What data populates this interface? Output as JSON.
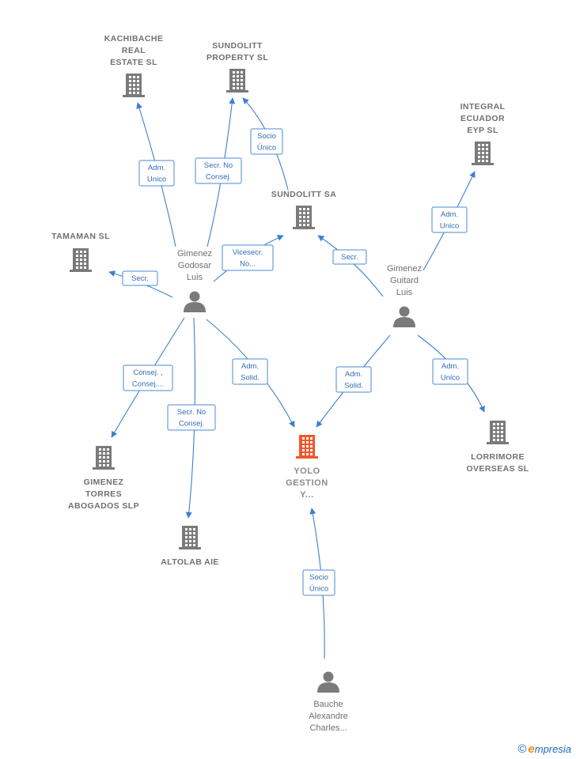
{
  "colors": {
    "edge": "#3c7fd0",
    "node": "#7a7a7a",
    "focus": "#f0572a",
    "label": "#707070"
  },
  "nodes": [
    {
      "id": "kachibache",
      "type": "company",
      "lines": [
        "KACHIBACHE",
        "REAL",
        "ESTATE  SL"
      ]
    },
    {
      "id": "sundolitt_property",
      "type": "company",
      "lines": [
        "SUNDOLITT",
        "PROPERTY SL"
      ]
    },
    {
      "id": "integral",
      "type": "company",
      "lines": [
        "INTEGRAL",
        "ECUADOR",
        "EYP SL"
      ]
    },
    {
      "id": "sundolitt_sa",
      "type": "company",
      "lines": [
        "SUNDOLITT SA"
      ]
    },
    {
      "id": "tamaman",
      "type": "company",
      "lines": [
        "TAMAMAN SL"
      ]
    },
    {
      "id": "gimenez_godosar",
      "type": "person",
      "lines": [
        "Gimenez",
        "Godosar",
        "Luis"
      ]
    },
    {
      "id": "gimenez_guitard",
      "type": "person",
      "lines": [
        "Gimenez",
        "Guitard",
        "Luis"
      ]
    },
    {
      "id": "gimenez_torres",
      "type": "company",
      "lines": [
        "GIMENEZ",
        "TORRES",
        "ABOGADOS SLP"
      ]
    },
    {
      "id": "altolab",
      "type": "company",
      "lines": [
        "ALTOLAB AIE"
      ]
    },
    {
      "id": "yolo",
      "type": "focus",
      "lines": [
        "YOLO",
        "GESTION",
        "Y..."
      ]
    },
    {
      "id": "lorrimore",
      "type": "company",
      "lines": [
        "LORRIMORE",
        "OVERSEAS  SL"
      ]
    },
    {
      "id": "bauche",
      "type": "person",
      "lines": [
        "Bauche",
        "Alexandre",
        "Charles..."
      ]
    }
  ],
  "edges": [
    {
      "from": "gimenez_godosar",
      "to": "kachibache",
      "label": [
        "Adm.",
        "Unico"
      ]
    },
    {
      "from": "gimenez_godosar",
      "to": "sundolitt_property",
      "label": [
        "Secr.  No",
        "Consej."
      ]
    },
    {
      "from": "sundolitt_sa",
      "to": "sundolitt_property",
      "label": [
        "Socio",
        "Único"
      ]
    },
    {
      "from": "gimenez_godosar",
      "to": "sundolitt_sa",
      "label": [
        "Vicesecr.",
        "No..."
      ]
    },
    {
      "from": "gimenez_godosar",
      "to": "tamaman",
      "label": [
        "Secr."
      ]
    },
    {
      "from": "gimenez_godosar",
      "to": "gimenez_torres",
      "label": [
        "Consej. ,",
        "Consej...."
      ]
    },
    {
      "from": "gimenez_godosar",
      "to": "altolab",
      "label": [
        "Secr.  No",
        "Consej."
      ]
    },
    {
      "from": "gimenez_godosar",
      "to": "yolo",
      "label": [
        "Adm.",
        "Solid."
      ]
    },
    {
      "from": "gimenez_guitard",
      "to": "sundolitt_sa",
      "label": [
        "Secr."
      ]
    },
    {
      "from": "gimenez_guitard",
      "to": "integral",
      "label": [
        "Adm.",
        "Unico"
      ]
    },
    {
      "from": "gimenez_guitard",
      "to": "yolo",
      "label": [
        "Adm.",
        "Solid."
      ]
    },
    {
      "from": "gimenez_guitard",
      "to": "lorrimore",
      "label": [
        "Adm.",
        "Unico"
      ]
    },
    {
      "from": "bauche",
      "to": "yolo",
      "label": [
        "Socio",
        "Único"
      ]
    }
  ],
  "watermark": {
    "copyright": "©",
    "brand_initial": "e",
    "brand_rest": "mpresia"
  }
}
